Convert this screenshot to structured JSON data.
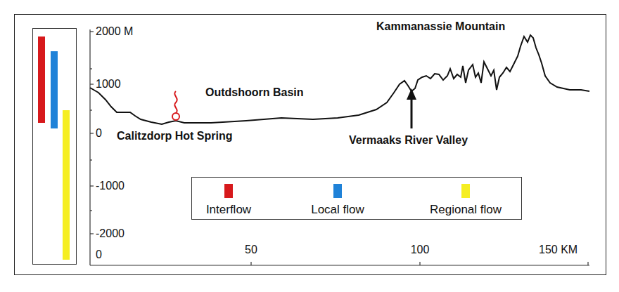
{
  "diagram": {
    "labels": [
      "2000 M",
      "1000",
      "0",
      "-1000",
      "-2000",
      "0",
      "50",
      "100",
      "150 KM",
      "Kammanassie Mountain",
      "Outdshoorn Basin",
      "Calitzdorp Hot Spring",
      "Vermaaks River Valley"
    ],
    "legend": [
      {
        "text": "Interflow",
        "color": "#d7191c"
      },
      {
        "text": "Local flow",
        "color": "#1f82d8"
      },
      {
        "text": "Regional flow",
        "color": "#f5ee22"
      }
    ]
  }
}
